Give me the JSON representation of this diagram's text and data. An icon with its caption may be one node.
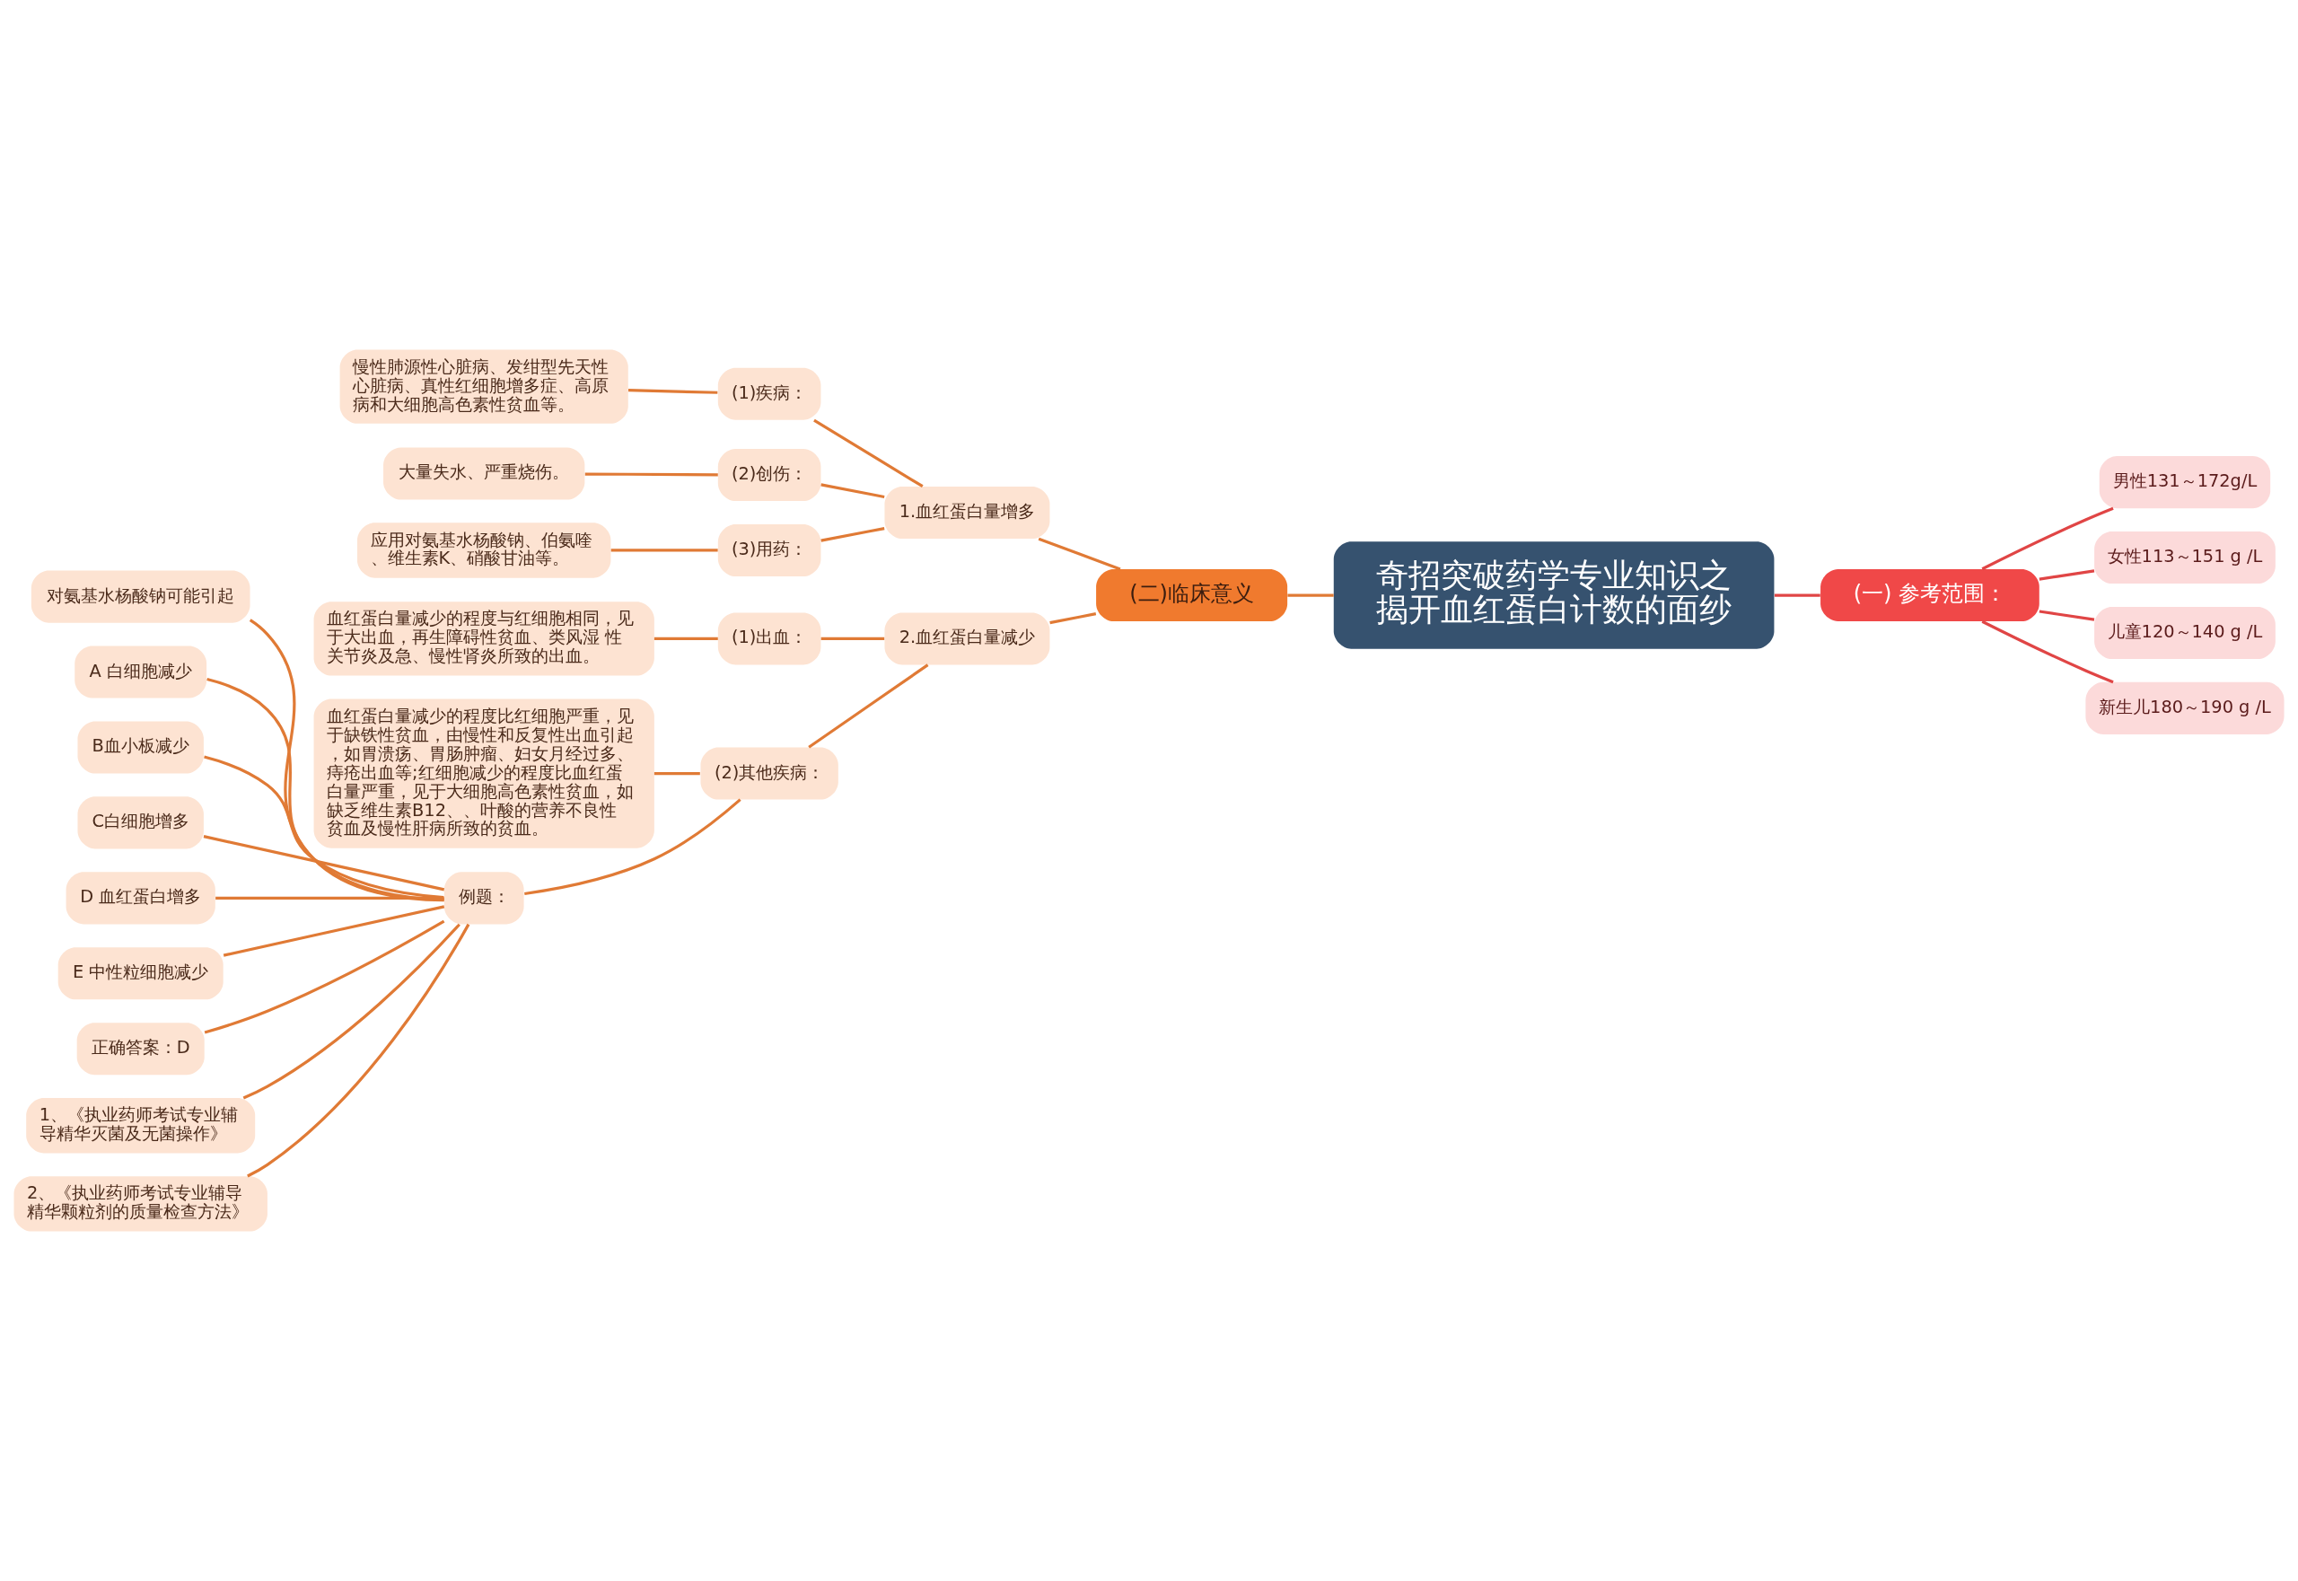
{
  "diagram": {
    "nodes": [
      {
        "text": [
          "奇招突破药学专业知识之揭开血红蛋白计数的面纱"
        ]
      },
      {
        "text": [
          "(一) 参考范围："
        ]
      },
      {
        "text": [
          "男性131～172g/L"
        ]
      },
      {
        "text": [
          "女性113～151 g /L"
        ]
      },
      {
        "text": [
          "儿童120～140 g /L"
        ]
      },
      {
        "text": [
          "新生儿180～190 g /L"
        ]
      },
      {
        "text": [
          "(二)临床意义"
        ]
      },
      {
        "text": [
          "1.血红蛋白量增多"
        ]
      },
      {
        "text": [
          "(1)疾病："
        ]
      },
      {
        "text": [
          "慢性肺源性心脏病、发绀型先天性心脏病、真性红细胞增多症、高原病和大细胞高色素性贫血等。"
        ]
      },
      {
        "text": [
          "(2)创伤："
        ]
      },
      {
        "text": [
          "大量失水、严重烧伤。"
        ]
      },
      {
        "text": [
          "(3)用药："
        ]
      },
      {
        "text": [
          "应用对氨基水杨酸钠、伯氨喹、维生素K、硝酸甘油等。"
        ]
      },
      {
        "text": [
          "2.血红蛋白量减少"
        ]
      },
      {
        "text": [
          "(1)出血："
        ]
      },
      {
        "text": [
          "血红蛋白量减少的程度与红细胞相同，见于大出血，再生障碍性贫血、类风湿 性关节炎及急、慢性肾炎所致的出血。"
        ]
      },
      {
        "text": [
          "(2)其他疾病："
        ]
      },
      {
        "text": [
          "血红蛋白量减少的程度比红细胞严重，见于缺铁性贫血，由慢性和反复性出血引起，如胃溃疡、胃肠肿瘤、妇女月经过多、痔疮出血等;红细胞减少的程度比血红蛋白量严重，见于大细胞高色素性贫血，如缺乏维生素B12、、叶酸的营养不良性贫血及慢性肝病所致的贫血。"
        ]
      },
      {
        "text": [
          "例题："
        ]
      },
      {
        "text": [
          "对氨基水杨酸钠可能引起"
        ]
      },
      {
        "text": [
          "A 白细胞减少"
        ]
      },
      {
        "text": [
          "B血小板减少"
        ]
      },
      {
        "text": [
          "C白细胞增多"
        ]
      },
      {
        "text": [
          "D 血红蛋白增多"
        ]
      },
      {
        "text": [
          "E 中性粒细胞减少"
        ]
      },
      {
        "text": [
          "正确答案：D"
        ]
      },
      {
        "text": [
          "1、《执业药师考试专业辅导精华灭菌及无菌操作》"
        ]
      },
      {
        "text": [
          "2、《执业药师考试专业辅导精华颗粒剂的质量检查方法》"
        ]
      }
    ],
    "edges": [
      {
        "from": 0,
        "to": 1,
        "arrow": "none",
        "color": "#e04545"
      },
      {
        "from": 1,
        "to": 2,
        "arrow": "none",
        "color": "#e04545"
      },
      {
        "from": 1,
        "to": 3,
        "arrow": "none",
        "color": "#e04545"
      },
      {
        "from": 1,
        "to": 4,
        "arrow": "none",
        "color": "#e04545"
      },
      {
        "from": 1,
        "to": 5,
        "arrow": "none",
        "color": "#e04545"
      },
      {
        "from": 0,
        "to": 6,
        "arrow": "none"
      },
      {
        "from": 6,
        "to": 7,
        "arrow": "none"
      },
      {
        "from": 7,
        "to": 8,
        "arrow": "none"
      },
      {
        "from": 8,
        "to": 9,
        "arrow": "none"
      },
      {
        "from": 7,
        "to": 10,
        "arrow": "none"
      },
      {
        "from": 10,
        "to": 11,
        "arrow": "none"
      },
      {
        "from": 7,
        "to": 12,
        "arrow": "none"
      },
      {
        "from": 12,
        "to": 13,
        "arrow": "none"
      },
      {
        "from": 6,
        "to": 14,
        "arrow": "none"
      },
      {
        "from": 14,
        "to": 15,
        "arrow": "none"
      },
      {
        "from": 15,
        "to": 16,
        "arrow": "none"
      },
      {
        "from": 14,
        "to": 17,
        "arrow": "none"
      },
      {
        "from": 17,
        "to": 18,
        "arrow": "none"
      },
      {
        "from": 17,
        "to": 19,
        "arrow": "none"
      },
      {
        "from": 19,
        "to": 20,
        "arrow": "none"
      },
      {
        "from": 19,
        "to": 21,
        "arrow": "none"
      },
      {
        "from": 19,
        "to": 22,
        "arrow": "none"
      },
      {
        "from": 19,
        "to": 23,
        "arrow": "none"
      },
      {
        "from": 19,
        "to": 24,
        "arrow": "none"
      },
      {
        "from": 19,
        "to": 25,
        "arrow": "none"
      },
      {
        "from": 19,
        "to": 26,
        "arrow": "none"
      },
      {
        "from": 19,
        "to": 27,
        "arrow": "none"
      },
      {
        "from": 19,
        "to": 28,
        "arrow": "none"
      }
    ]
  }
}
